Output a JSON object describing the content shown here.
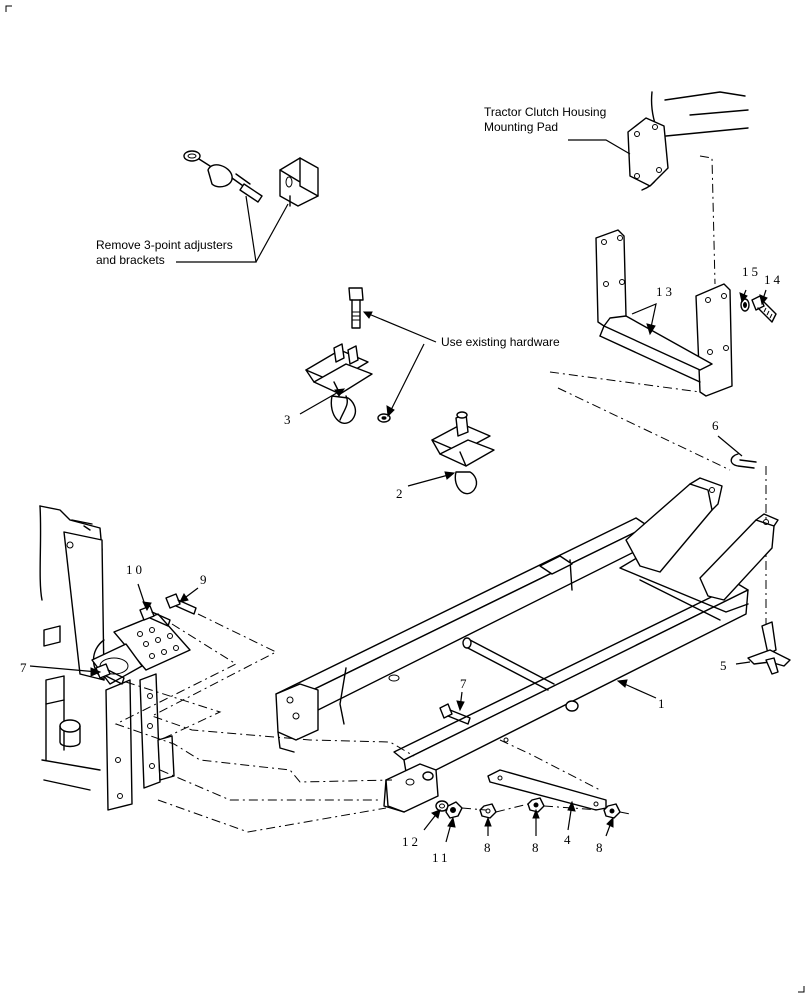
{
  "notes": {
    "clutch_housing_line1": "Tractor Clutch Housing",
    "clutch_housing_line2": "Mounting Pad",
    "remove_line1": "Remove 3-point adjusters",
    "remove_line2": "and brackets",
    "existing_hardware": "Use existing hardware"
  },
  "callouts": {
    "c1": "1",
    "c2": "2",
    "c3": "3",
    "c4": "4",
    "c5": "5",
    "c6": "6",
    "c7a": "7",
    "c7b": "7",
    "c8a": "8",
    "c8b": "8",
    "c8c": "8",
    "c9": "9",
    "c10": "10",
    "c11": "11",
    "c12": "12",
    "c13": "13",
    "c14": "14",
    "c15": "15"
  }
}
